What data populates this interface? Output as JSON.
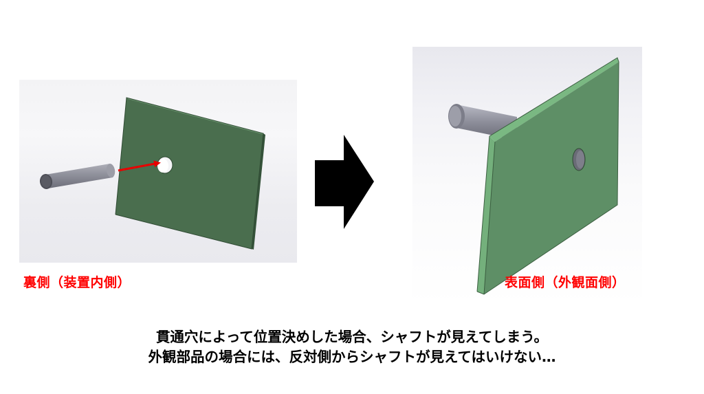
{
  "captions": {
    "back_side": "裏側（装置内側）",
    "front_side": "表面側（外観面側）"
  },
  "description": {
    "line1": "貫通穴によって位置決めした場合、シャフトが見えてしまう。",
    "line2": "外観部品の場合には、反対側からシャフトが見えてはいけない…"
  },
  "colors": {
    "caption_red": "#ff0000",
    "plate_green": "#4a6e4e",
    "plate_front_green": "#5e8f66",
    "plate_edge_green": "#74b07c",
    "shaft_gray": "#8c8d98",
    "insertion_arrow_red": "#e80000",
    "transition_arrow": "#000000"
  }
}
